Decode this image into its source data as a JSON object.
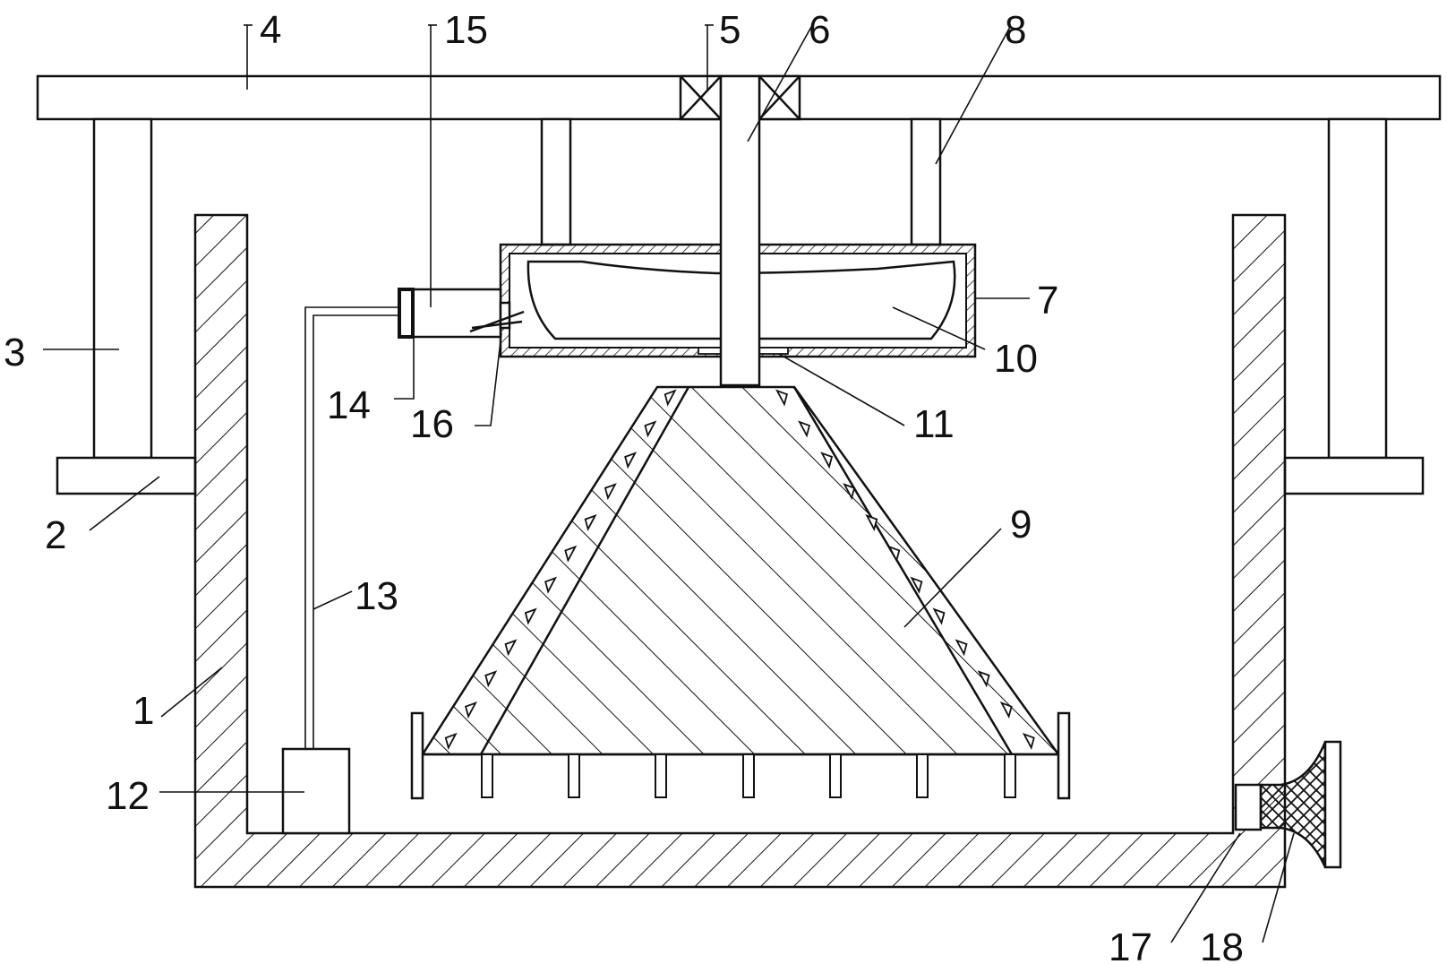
{
  "diagram": {
    "labels": {
      "n1": "1",
      "n2": "2",
      "n3": "3",
      "n4": "4",
      "n5": "5",
      "n6": "6",
      "n7": "7",
      "n8": "8",
      "n9": "9",
      "n10": "10",
      "n11": "11",
      "n12": "12",
      "n13": "13",
      "n14": "14",
      "n15": "15",
      "n16": "16",
      "n17": "17",
      "n18": "18"
    },
    "colors": {
      "stroke": "#111111",
      "background": "#ffffff"
    }
  }
}
